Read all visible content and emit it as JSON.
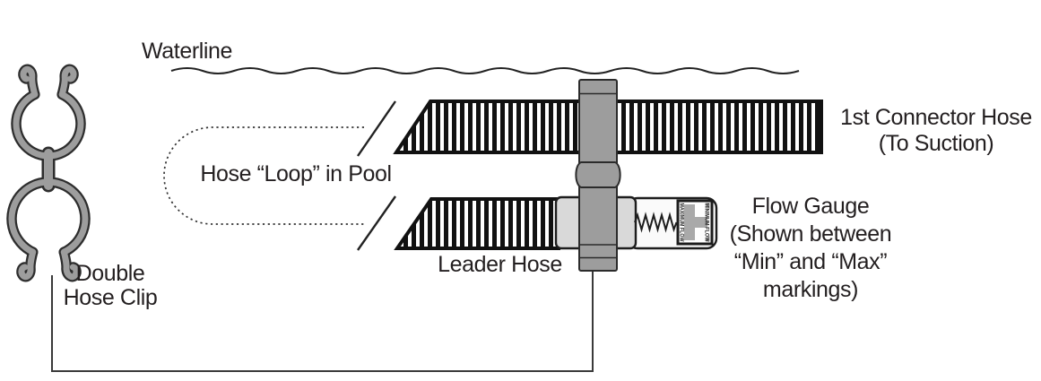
{
  "diagram": {
    "waterline_label": "Waterline",
    "hose_loop_label": "Hose “Loop” in Pool",
    "leader_hose_label": "Leader Hose",
    "connector_hose_label": [
      "1st Connector Hose",
      "(To Suction)"
    ],
    "flow_gauge_label": [
      "Flow Gauge",
      "(Shown between",
      "“Min” and “Max”",
      "markings)"
    ],
    "double_hose_clip_label": [
      "Double",
      "Hose Clip"
    ],
    "gauge_markings": {
      "max": "MAXIMUM FLOW",
      "min": "MINIMUM FLOW"
    },
    "colors": {
      "ink": "#231f20",
      "line": "#222222",
      "clip_gray": "#9d9d9d",
      "cuff_gray": "#d9d9d9",
      "stripe_black": "#111111",
      "background": "#ffffff"
    }
  }
}
